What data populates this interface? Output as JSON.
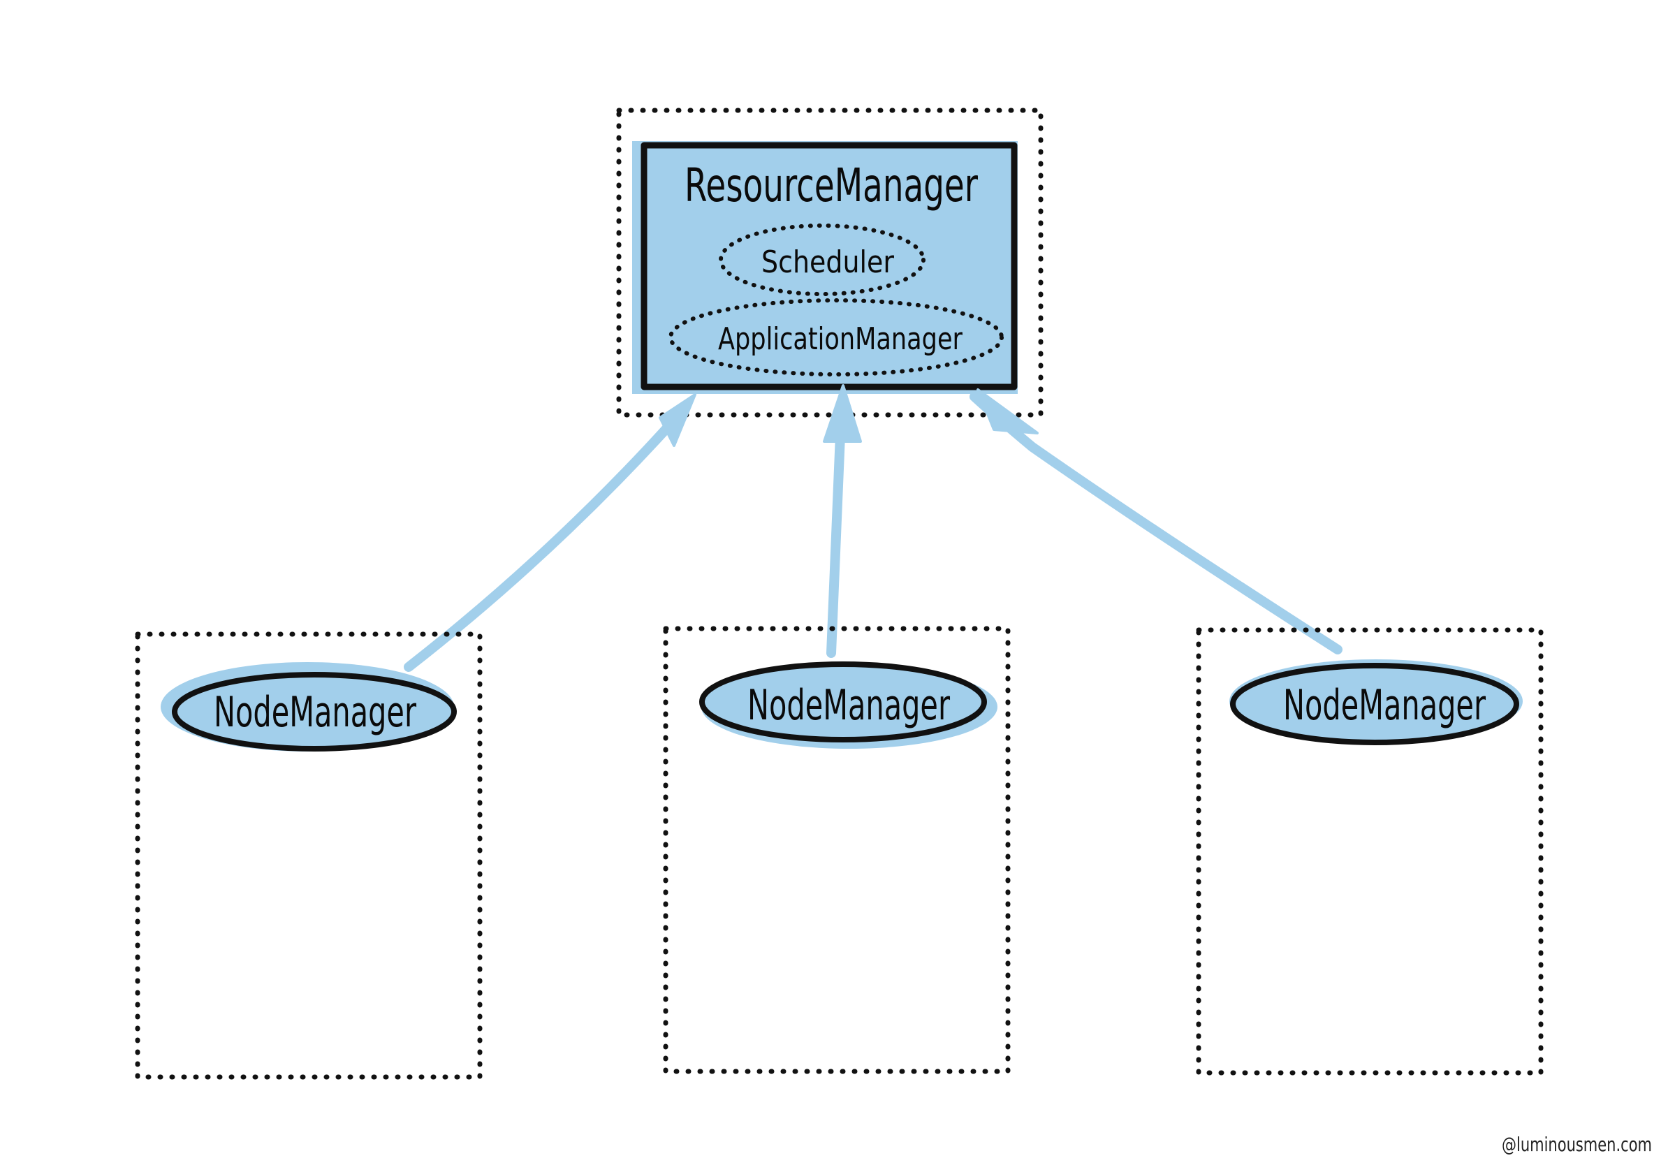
{
  "resource_manager": {
    "title": "ResourceManager",
    "components": [
      "Scheduler",
      "ApplicationManager"
    ]
  },
  "node_managers": [
    {
      "label": "NodeManager"
    },
    {
      "label": "NodeManager"
    },
    {
      "label": "NodeManager"
    }
  ],
  "credit": "@luminousmen.com",
  "colors": {
    "fill": "#a2cfeb",
    "arrow": "#a2cfeb",
    "outline": "#111111",
    "dots": "#111111"
  }
}
